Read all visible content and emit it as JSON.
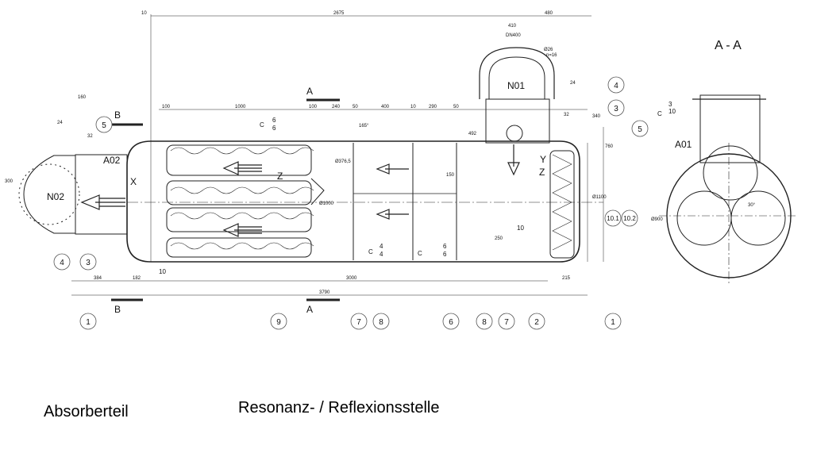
{
  "drawing": {
    "section_title": "A - A",
    "nozzles": {
      "n01": "N01",
      "n02": "N02",
      "a01": "A01",
      "a02": "A02"
    },
    "nozzle_specs": {
      "dn400": "DN400",
      "d26": "Ø26",
      "n16": "n=16"
    },
    "section_marks": {
      "a": "A",
      "b": "B"
    },
    "markers": {
      "c": "C",
      "x": "X",
      "y": "Y",
      "z": "Z"
    },
    "dimensions": {
      "d10": "10",
      "d2675": "2675",
      "d480": "480",
      "d410": "410",
      "d160": "160",
      "d24": "24",
      "d32": "32",
      "d100": "100",
      "d1000": "1000",
      "d240": "240",
      "d50": "50",
      "d400": "400",
      "d290": "290",
      "d384": "384",
      "d182": "182",
      "d3000": "3000",
      "d215": "215",
      "d3790": "3790",
      "d150": "150",
      "d250": "250",
      "d340": "340",
      "d492": "492",
      "d760": "760",
      "d300": "300",
      "d900": "Ø900",
      "d1000dia": "Ø1000",
      "d1100dia": "Ø1100",
      "d376": "Ø376,5",
      "d155": "165°",
      "d30": "30°"
    },
    "weld_symbols": {
      "c66_top": [
        "6",
        "6"
      ],
      "c44": [
        "4",
        "4"
      ],
      "c66_bottom": [
        "6",
        "6"
      ],
      "ten_a_left": "10",
      "ten_a_right": "10",
      "c310": [
        "3",
        "10"
      ]
    },
    "callouts": {
      "b1_left": "1",
      "b9": "9",
      "b7a": "7",
      "b8a": "8",
      "b6": "6",
      "b8b": "8",
      "b7b": "7",
      "b2": "2",
      "b1_right": "1",
      "b4_top": "4",
      "b3_top": "3",
      "b10_1": "10.1",
      "b10_2": "10.2",
      "b5_left": "5",
      "b4_left": "4",
      "b3_left": "3",
      "b5_section": "5"
    }
  },
  "captions": {
    "absorber": "Absorberteil",
    "resonance": "Resonanz- / Reflexionsstelle"
  }
}
